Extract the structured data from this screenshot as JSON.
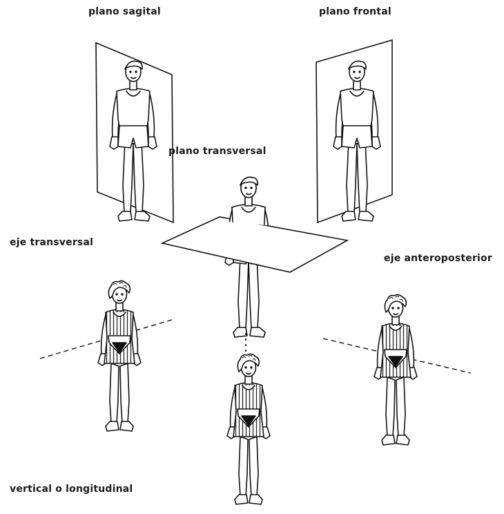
{
  "labels": {
    "sagittal_plane": "plano sagital",
    "frontal_plane": "plano frontal",
    "transverse_plane": "plano transversal",
    "transverse_axis": "eje transversal",
    "anteroposterior_axis": "eje anteroposterior",
    "vertical_axis": "vertical o longitudinal"
  }
}
